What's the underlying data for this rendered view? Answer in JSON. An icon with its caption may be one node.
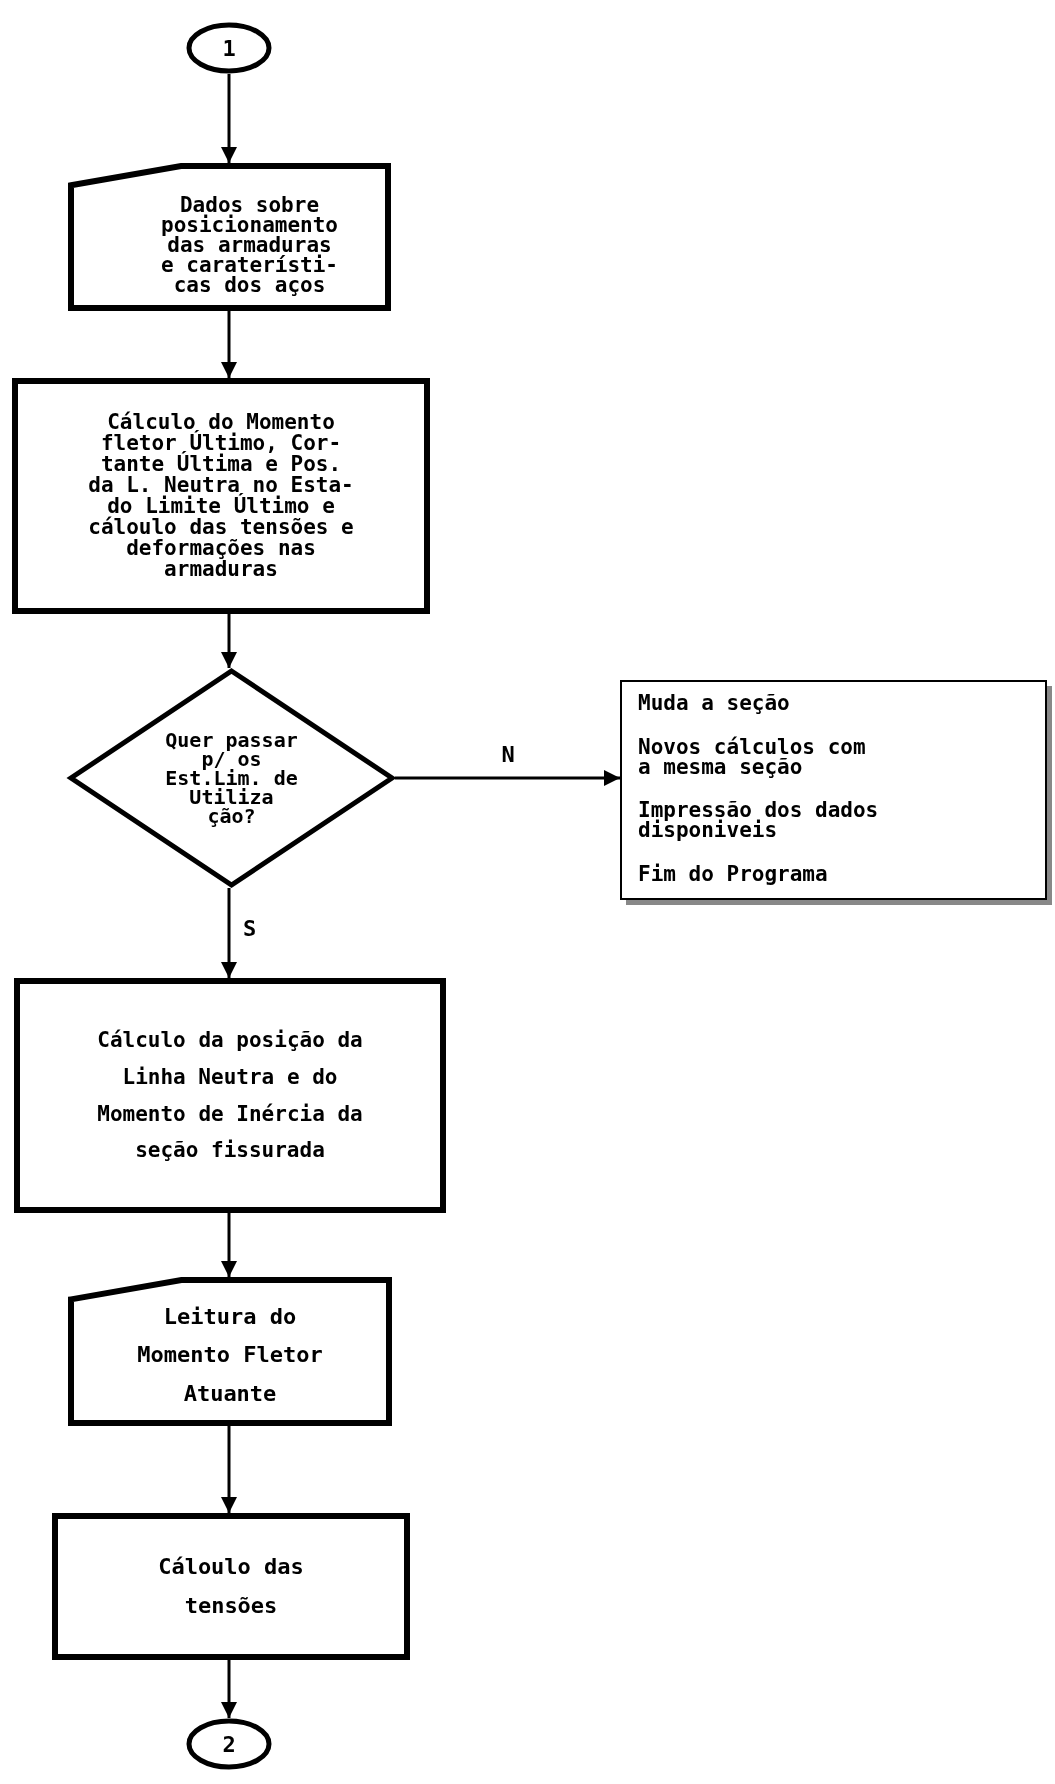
{
  "diagram": {
    "nodes": [
      {
        "text": [
          "1"
        ]
      },
      {
        "text": [
          "Dados sobre posicionamento das armaduras e caraterísti- cas dos aços"
        ]
      },
      {
        "text": [
          "Cálculo do Momento fletor Último, Cor- tante Última e Pos. da L. Neutra no Esta- do Limite Último e cáloulo das tensões e deformações nas armaduras"
        ]
      },
      {
        "text": [
          "Quer passar p/ os Est.Lim. de Utiliza ção?"
        ]
      },
      {
        "text": [
          "Muda a seção",
          "Novos cálculos com a mesma seção",
          "Impressão dos dados disponiveis",
          "Fim do Programa"
        ]
      },
      {
        "text": [
          "Cálculo da posição da Linha Neutra e do Momento de Inércia da seção fissurada"
        ]
      },
      {
        "text": [
          "Leitura do Momento Fletor Atuante"
        ]
      },
      {
        "text": [
          "Cáloulo das tensões"
        ]
      },
      {
        "text": [
          "2"
        ]
      }
    ],
    "edges": [
      {
        "from": 0,
        "to": 1,
        "arrow": "to"
      },
      {
        "from": 1,
        "to": 2,
        "arrow": "to"
      },
      {
        "from": 2,
        "to": 3,
        "arrow": "to"
      },
      {
        "from": 3,
        "to": 4,
        "arrow": "to",
        "label": "N"
      },
      {
        "from": 3,
        "to": 5,
        "arrow": "to",
        "label": "S"
      },
      {
        "from": 5,
        "to": 6,
        "arrow": "to"
      },
      {
        "from": 6,
        "to": 7,
        "arrow": "to"
      },
      {
        "from": 7,
        "to": 8,
        "arrow": "to"
      }
    ]
  }
}
